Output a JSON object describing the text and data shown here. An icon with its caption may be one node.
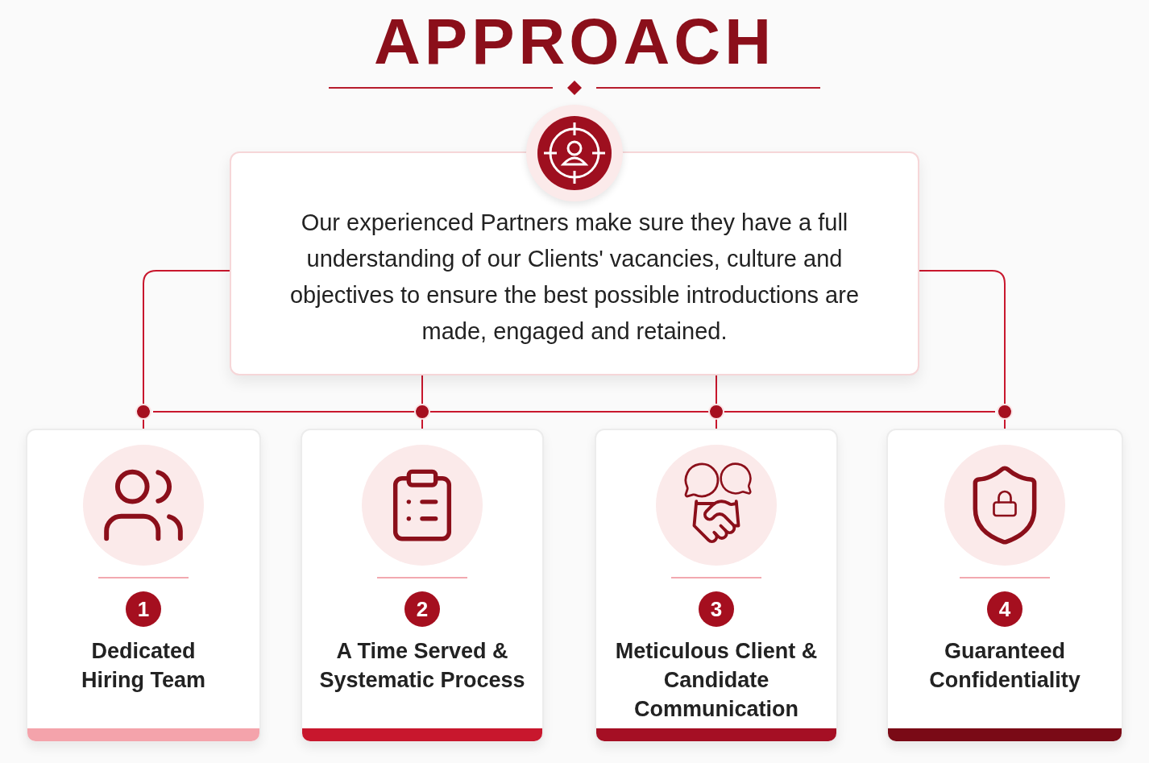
{
  "diagram": {
    "title": "APPROACH",
    "nodes": [
      {
        "text": [
          "Our experienced Partners make sure they have a full understanding of our Clients' vacancies, culture and objectives to ensure the best possible introductions are made, engaged and retained."
        ]
      },
      {
        "text": [
          "1",
          "Dedicated Hiring Team"
        ]
      },
      {
        "text": [
          "2",
          "A Time Served & Systematic Process"
        ]
      },
      {
        "text": [
          "3",
          "Meticulous Client & Candidate Communication"
        ]
      },
      {
        "text": [
          "4",
          "Guaranteed Confidentiality"
        ]
      }
    ],
    "edges": [
      {
        "from": 0,
        "to": 1,
        "arrow": "other"
      },
      {
        "from": 0,
        "to": 2,
        "arrow": "other"
      },
      {
        "from": 0,
        "to": 3,
        "arrow": "other"
      },
      {
        "from": 0,
        "to": 4,
        "arrow": "other"
      }
    ]
  }
}
